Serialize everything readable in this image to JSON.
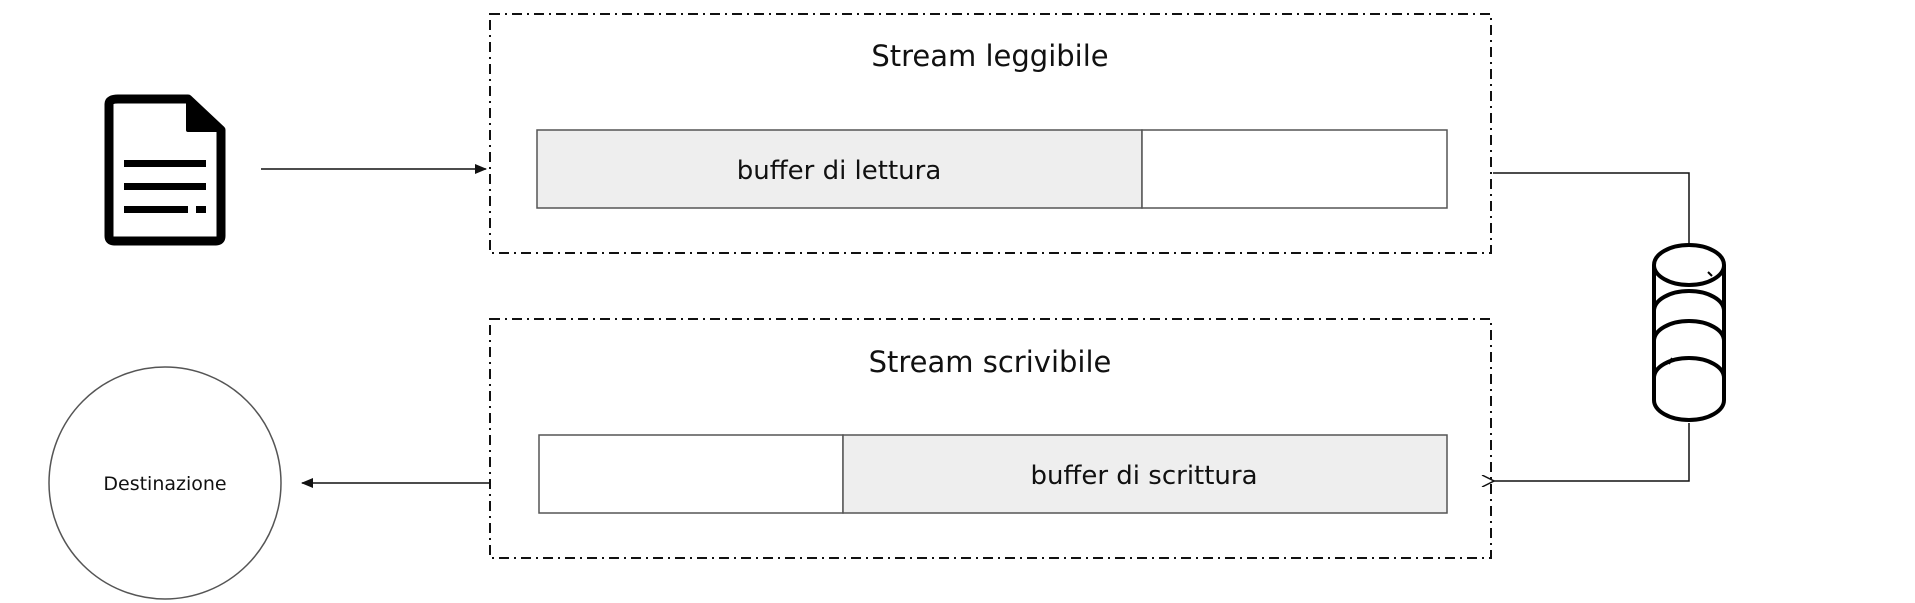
{
  "readable_stream": {
    "title": "Stream leggibile",
    "buffer_label": "buffer di lettura"
  },
  "writable_stream": {
    "title": "Stream scrivibile",
    "buffer_label": "buffer di scrittura"
  },
  "destination": {
    "label": "Destinazione"
  },
  "icons": {
    "source": "document-icon",
    "pipe": "pipe-cylinder-icon"
  },
  "colors": {
    "buffer_fill": "#eeeeee",
    "stroke": "#111111",
    "box_stroke": "#555555"
  }
}
